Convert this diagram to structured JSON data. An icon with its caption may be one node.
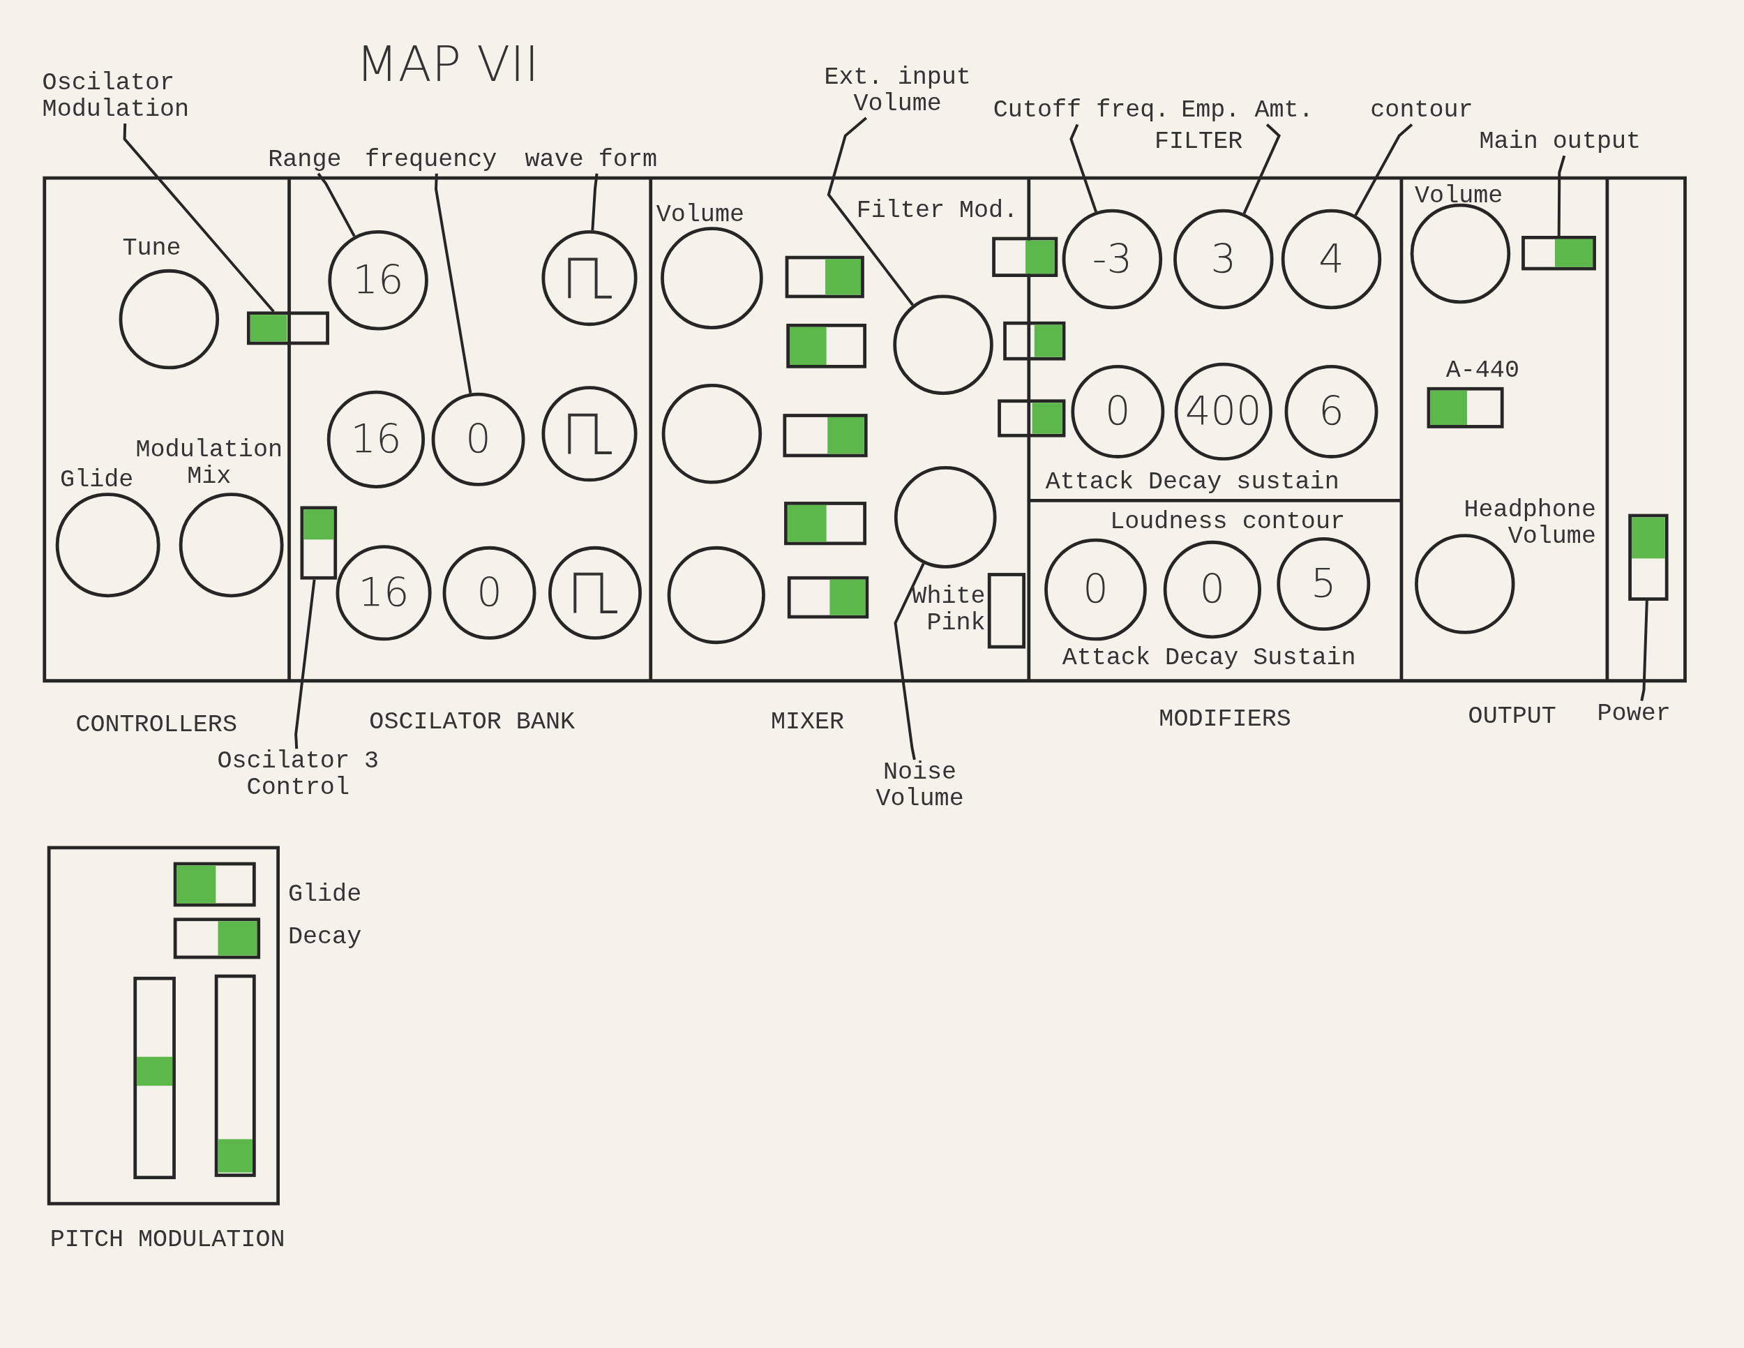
{
  "diagram": {
    "title": "MAP VII",
    "nodes": [
      {
        "text": [
          "Oscilator Modulation"
        ]
      },
      {
        "text": [
          "Range"
        ]
      },
      {
        "text": [
          "frequency"
        ]
      },
      {
        "text": [
          "wave form"
        ]
      },
      {
        "text": [
          "Ext. input Volume"
        ]
      },
      {
        "text": [
          "Cutoff freq."
        ]
      },
      {
        "text": [
          "Emp. Amt."
        ]
      },
      {
        "text": [
          "contour"
        ]
      },
      {
        "text": [
          "Main output"
        ]
      },
      {
        "text": [
          "Oscilator 3 Control"
        ]
      },
      {
        "text": [
          "Noise Volume"
        ]
      },
      {
        "text": [
          "Power"
        ]
      },
      {
        "text": [],
        "shape": "box"
      },
      {
        "text": [
          "16"
        ]
      },
      {
        "text": [
          "0"
        ]
      },
      {
        "text": [],
        "shape": "circle"
      },
      {
        "text": [],
        "shape": "circle"
      },
      {
        "text": [
          "-3"
        ]
      },
      {
        "text": [
          "3"
        ]
      },
      {
        "text": [
          "4"
        ]
      },
      {
        "text": [],
        "shape": "box"
      },
      {
        "text": [],
        "shape": "box"
      },
      {
        "text": [],
        "shape": "circle"
      },
      {
        "text": [],
        "shape": "box"
      },
      {
        "text": [],
        "shape": "circle"
      },
      {
        "text": [],
        "shape": "circle"
      },
      {
        "text": [],
        "shape": "circle"
      },
      {
        "text": [
          "16"
        ]
      },
      {
        "text": [],
        "shape": "circle"
      },
      {
        "text": [
          "16"
        ]
      },
      {
        "text": [
          "0"
        ]
      },
      {
        "text": [],
        "shape": "circle"
      },
      {
        "text": [],
        "shape": "circle"
      },
      {
        "text": [],
        "shape": "circle"
      },
      {
        "text": [],
        "shape": "circle"
      },
      {
        "text": [
          "0"
        ]
      },
      {
        "text": [
          "400"
        ]
      },
      {
        "text": [
          "6"
        ]
      },
      {
        "text": [
          "0"
        ]
      },
      {
        "text": [
          "0"
        ]
      },
      {
        "text": [
          "5"
        ]
      },
      {
        "text": [],
        "shape": "circle"
      },
      {
        "text": [],
        "shape": "circle"
      },
      {
        "text": [],
        "shape": "box"
      },
      {
        "text": [],
        "shape": "box"
      },
      {
        "text": [],
        "shape": "box"
      },
      {
        "text": [],
        "shape": "box"
      },
      {
        "text": [],
        "shape": "box"
      },
      {
        "text": [],
        "shape": "box"
      },
      {
        "text": [],
        "shape": "box"
      },
      {
        "text": [],
        "shape": "box"
      },
      {
        "text": [],
        "shape": "box"
      },
      {
        "text": [],
        "shape": "box"
      },
      {
        "text": [],
        "shape": "box"
      },
      {
        "text": [],
        "shape": "box"
      },
      {
        "text": [],
        "shape": "bar"
      },
      {
        "text": [],
        "shape": "bar"
      }
    ],
    "edges": [
      {
        "from": 0,
        "to": 12,
        "arrow": "none"
      },
      {
        "from": 1,
        "to": 13,
        "arrow": "none"
      },
      {
        "from": 2,
        "to": 14,
        "arrow": "none"
      },
      {
        "from": 3,
        "to": 15,
        "arrow": "none"
      },
      {
        "from": 4,
        "to": 16,
        "arrow": "none"
      },
      {
        "from": 5,
        "to": 17,
        "arrow": "none"
      },
      {
        "from": 6,
        "to": 18,
        "arrow": "none"
      },
      {
        "from": 7,
        "to": 19,
        "arrow": "none"
      },
      {
        "from": 8,
        "to": 20,
        "arrow": "none"
      },
      {
        "from": 9,
        "to": 21,
        "arrow": "none"
      },
      {
        "from": 10,
        "to": 22,
        "arrow": "none"
      },
      {
        "from": 11,
        "to": 23,
        "arrow": "none"
      }
    ],
    "labels": [
      "Tune",
      "Volume",
      "Filter Mod.",
      "FILTER",
      "Volume",
      "A-440",
      "Modulation Mix",
      "Glide",
      "Attack Decay sustain",
      "Loudness contour",
      "Headphone Volume",
      "White Pink",
      "Attack Decay Sustain",
      "CONTROLLERS",
      "OSCILATOR BANK",
      "MIXER",
      "MODIFIERS",
      "OUTPUT",
      "Glide",
      "Decay",
      "PITCH MODULATION"
    ]
  }
}
